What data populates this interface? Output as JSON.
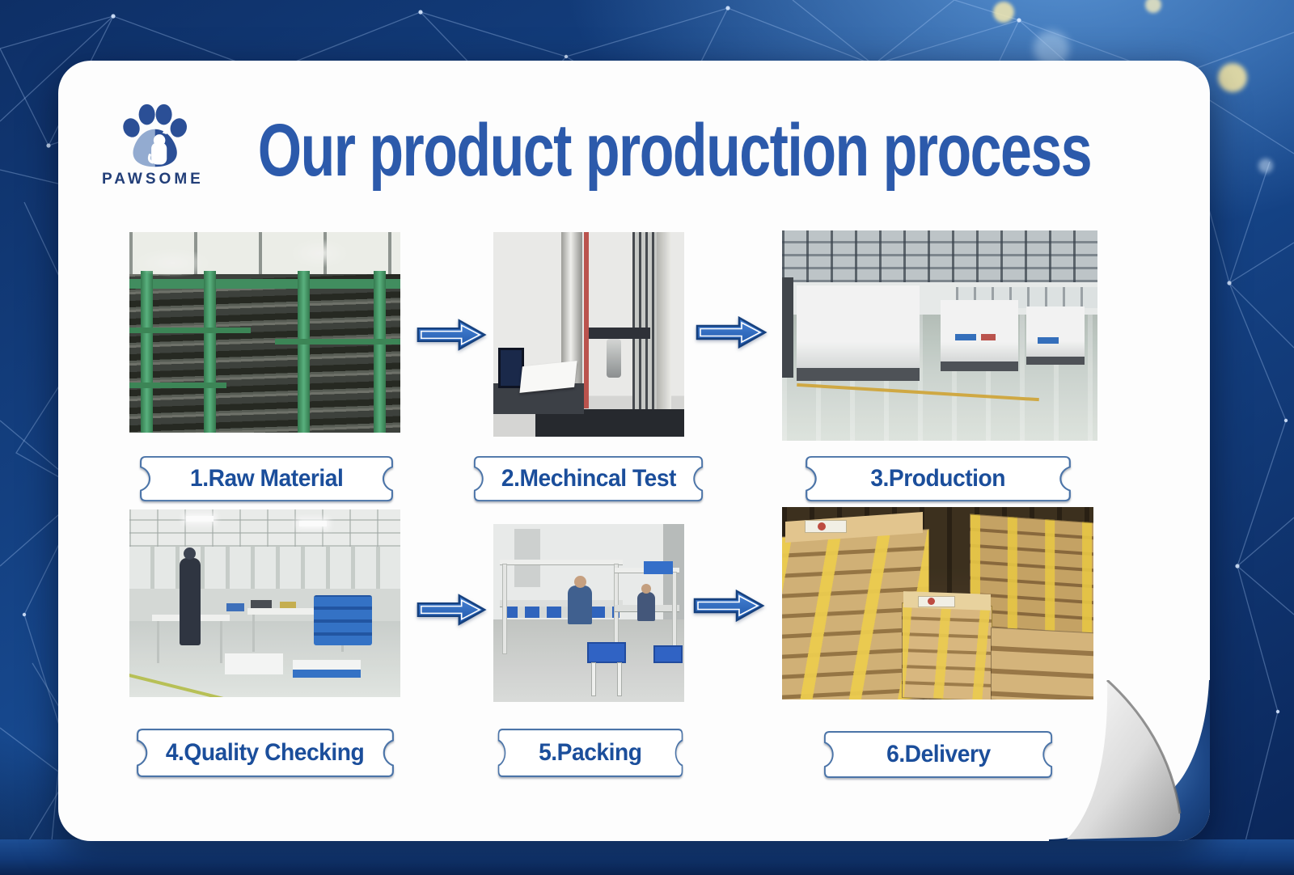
{
  "logo": {
    "brand": "PAWSOME"
  },
  "title": "Our product production process",
  "steps": [
    {
      "label": "1.Raw Material",
      "scene": "raw-material"
    },
    {
      "label": "2.Mechincal Test",
      "scene": "mechanical-test"
    },
    {
      "label": "3.Production",
      "scene": "production"
    },
    {
      "label": "4.Quality Checking",
      "scene": "quality-checking"
    },
    {
      "label": "5.Packing",
      "scene": "packing"
    },
    {
      "label": "6.Delivery",
      "scene": "delivery"
    }
  ],
  "colors": {
    "title_blue": "#2c5aab",
    "label_text_blue": "#1b4e9b",
    "label_border_blue": "#4b74a8",
    "arrow_blue": "#2a63b8",
    "background_navy": "#0d2d62",
    "card_white": "#fdfdfd",
    "paw_dark_blue": "#2b4f96",
    "paw_light_blue": "#93abd0"
  }
}
